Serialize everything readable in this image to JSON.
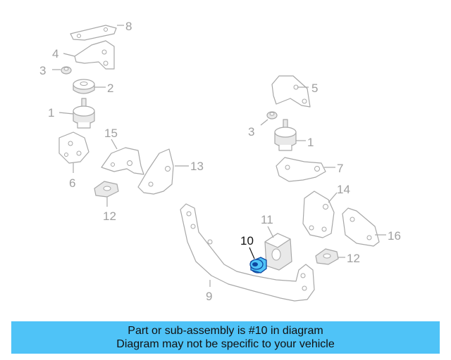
{
  "diagram": {
    "callouts": [
      {
        "label": "8"
      },
      {
        "label": "4"
      },
      {
        "label": "3"
      },
      {
        "label": "2"
      },
      {
        "label": "1"
      },
      {
        "label": "15"
      },
      {
        "label": "6"
      },
      {
        "label": "13"
      },
      {
        "label": "12"
      },
      {
        "label": "5"
      },
      {
        "label": "3"
      },
      {
        "label": "1"
      },
      {
        "label": "7"
      },
      {
        "label": "14"
      },
      {
        "label": "11"
      },
      {
        "label": "16"
      },
      {
        "label": "12"
      },
      {
        "label": "9"
      },
      {
        "label": "10"
      }
    ],
    "highlight_color": "#4fc3f7"
  },
  "banner": {
    "line1": "Part or sub-assembly is #10 in diagram",
    "line2": "Diagram may not be specific to your vehicle",
    "background": "#4fc3f7"
  }
}
